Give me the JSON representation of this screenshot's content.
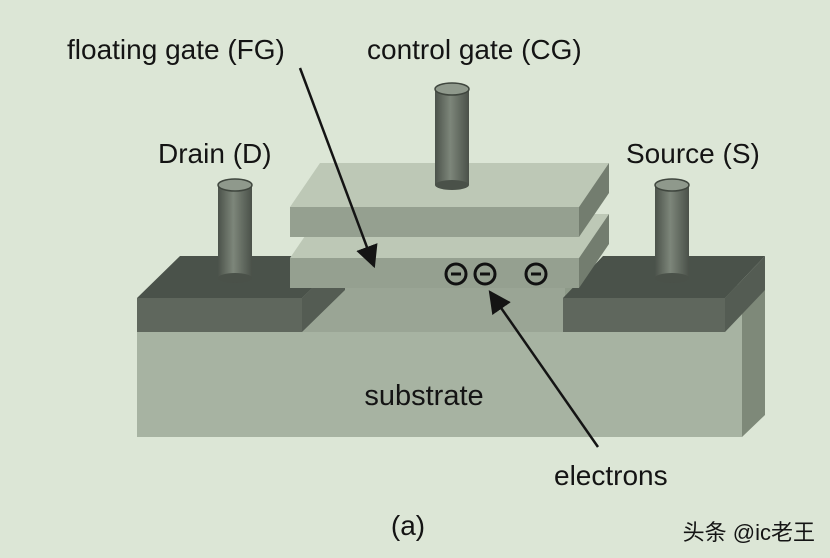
{
  "labels": {
    "floating_gate": "floating gate (FG)",
    "control_gate": "control gate (CG)",
    "drain": "Drain (D)",
    "source": "Source (S)",
    "substrate": "substrate",
    "electrons": "electrons",
    "panel": "(a)"
  },
  "watermark": "头条 @ic老王",
  "colors": {
    "background": "#dce6d6",
    "substrate_front": "#a7b3a2",
    "substrate_top": "#8e9a89",
    "substrate_side": "#7e8979",
    "terminal_top": "#4a524a",
    "terminal_front": "#5f675d",
    "terminal_side": "#545c53",
    "gate_top": "#bdc8b6",
    "gate_front": "#95a090",
    "gate_side": "#737d6f",
    "electron": "#111111",
    "text": "#141414"
  }
}
